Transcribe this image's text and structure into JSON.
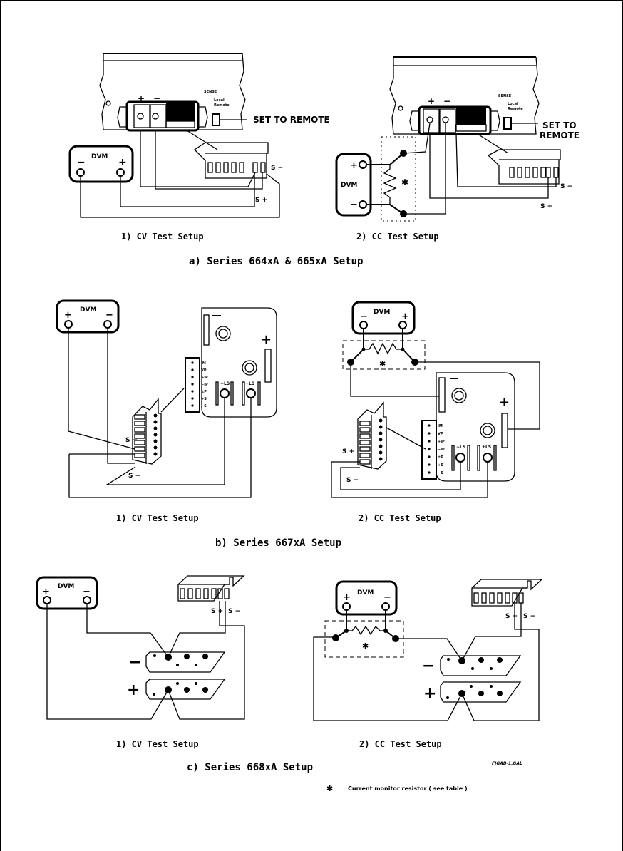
{
  "figure": {
    "file_tag": "FIGAB-1.GAL",
    "footnote_symbol": "✱",
    "footnote_text": "Current monitor resistor  ( see table )"
  },
  "sections": [
    {
      "id": "a",
      "title": "a) Series 664xA & 665xA Setup",
      "panels": [
        {
          "caption": "1) CV Test Setup",
          "dvm_label": "DVM",
          "dvm_left": "−",
          "dvm_right": "+",
          "callout": "SET TO REMOTE",
          "sense_plus": "S +",
          "sense_minus": "S −"
        },
        {
          "caption": "2) CC Test Setup",
          "dvm_label": "DVM",
          "dvm_top": "+",
          "dvm_bottom": "−",
          "callout_line1": "SET TO",
          "callout_line2": "REMOTE",
          "resistor_mark": "✱",
          "sense_plus": "S +",
          "sense_minus": "S −"
        }
      ],
      "unit_labels": {
        "plus": "+",
        "minus": "−",
        "sense_switch": "SENSE",
        "local": "Local",
        "remote": "Remote"
      }
    },
    {
      "id": "b",
      "title": "b) Series 667xA Setup",
      "panels": [
        {
          "caption": "1) CV Test Setup",
          "dvm_label": "DVM",
          "dvm_left": "+",
          "dvm_right": "−",
          "sense_plus": "S +",
          "sense_minus": "S −"
        },
        {
          "caption": "2) CC Test Setup",
          "dvm_label": "DVM",
          "dvm_left": "−",
          "dvm_right": "+",
          "resistor_mark": "✱",
          "sense_plus": "S +",
          "sense_minus": "S −"
        }
      ],
      "connector_pins": [
        "IM",
        "VP",
        "+IP",
        "−IP",
        "±P",
        "+S",
        "−S"
      ],
      "terminal_labels": {
        "minus_ls": "−LS",
        "plus_ls": "+LS",
        "plus": "+",
        "minus": "−"
      }
    },
    {
      "id": "c",
      "title": "c) Series 668xA Setup",
      "panels": [
        {
          "caption": "1) CV Test Setup",
          "dvm_label": "DVM",
          "dvm_left": "+",
          "dvm_right": "−",
          "sense_plus": "S +",
          "sense_minus": "S −"
        },
        {
          "caption": "2) CC Test Setup",
          "dvm_label": "DVM",
          "dvm_left": "+",
          "dvm_right": "−",
          "resistor_mark": "✱",
          "sense_plus": "S +",
          "sense_minus": "S −"
        }
      ],
      "bus_labels": {
        "minus": "−",
        "plus": "+"
      }
    }
  ]
}
